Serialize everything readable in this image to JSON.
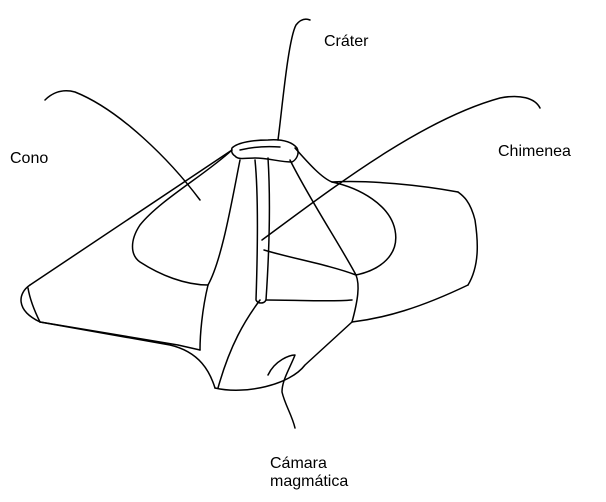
{
  "labels": {
    "crater": "Cráter",
    "cono": "Cono",
    "chimenea": "Chimenea",
    "camara_line1": "Cámara",
    "camara_line2": "magmática"
  },
  "colors": {
    "stroke": "#000000",
    "background": "#ffffff",
    "text": "#000000"
  }
}
